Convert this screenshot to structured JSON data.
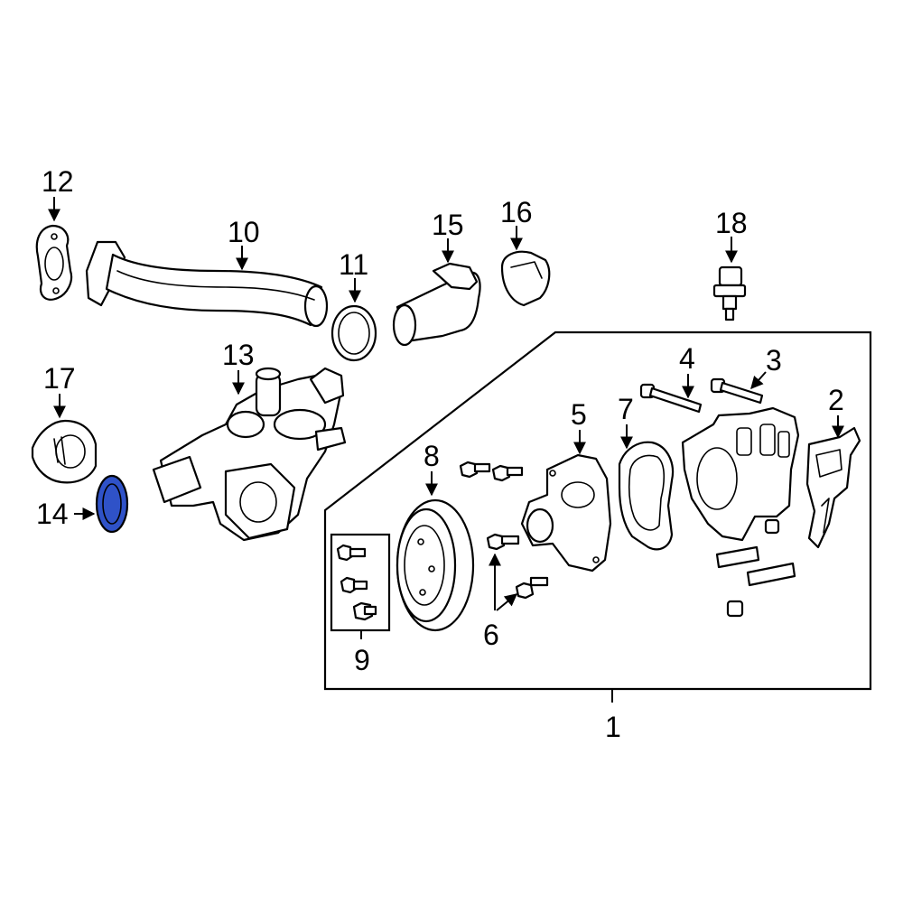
{
  "diagram": {
    "callouts": {
      "c1": "1",
      "c2": "2",
      "c3": "3",
      "c4": "4",
      "c5": "5",
      "c6": "6",
      "c7": "7",
      "c8": "8",
      "c9": "9",
      "c10": "10",
      "c11": "11",
      "c12": "12",
      "c13": "13",
      "c14": "14",
      "c15": "15",
      "c16": "16",
      "c17": "17",
      "c18": "18"
    },
    "highlight_color": "#2f52c8",
    "highlighted_part": "14"
  }
}
